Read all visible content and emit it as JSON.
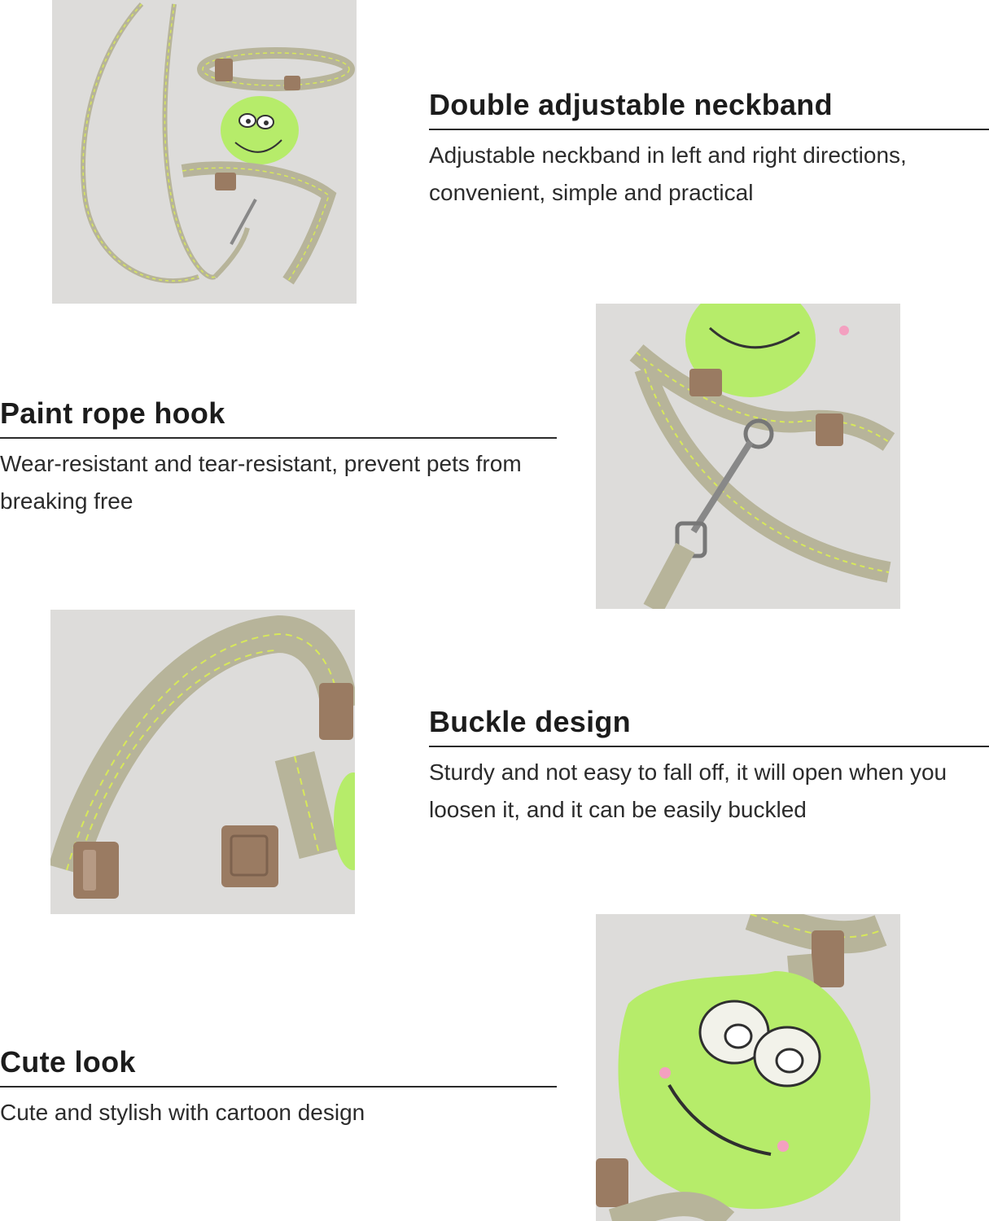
{
  "features": [
    {
      "title": "Double adjustable neckband",
      "description": "Adjustable neckband in left and right directions, convenient, simple and practical"
    },
    {
      "title": "Paint rope hook",
      "description": "Wear-resistant and tear-resistant, prevent pets from breaking free"
    },
    {
      "title": "Buckle design",
      "description": "Sturdy and not easy to fall off, it will open when you loosen it, and it can be easily buckled"
    },
    {
      "title": "Cute look",
      "description": "Cute and stylish with cartoon design"
    }
  ],
  "colors": {
    "photo_bg": "#dddcda",
    "strap": "#b7b49a",
    "strap_stitch": "#d7e85a",
    "buckle": "#9a7b62",
    "frog": "#b6ec6a",
    "text": "#1c1c1c"
  }
}
